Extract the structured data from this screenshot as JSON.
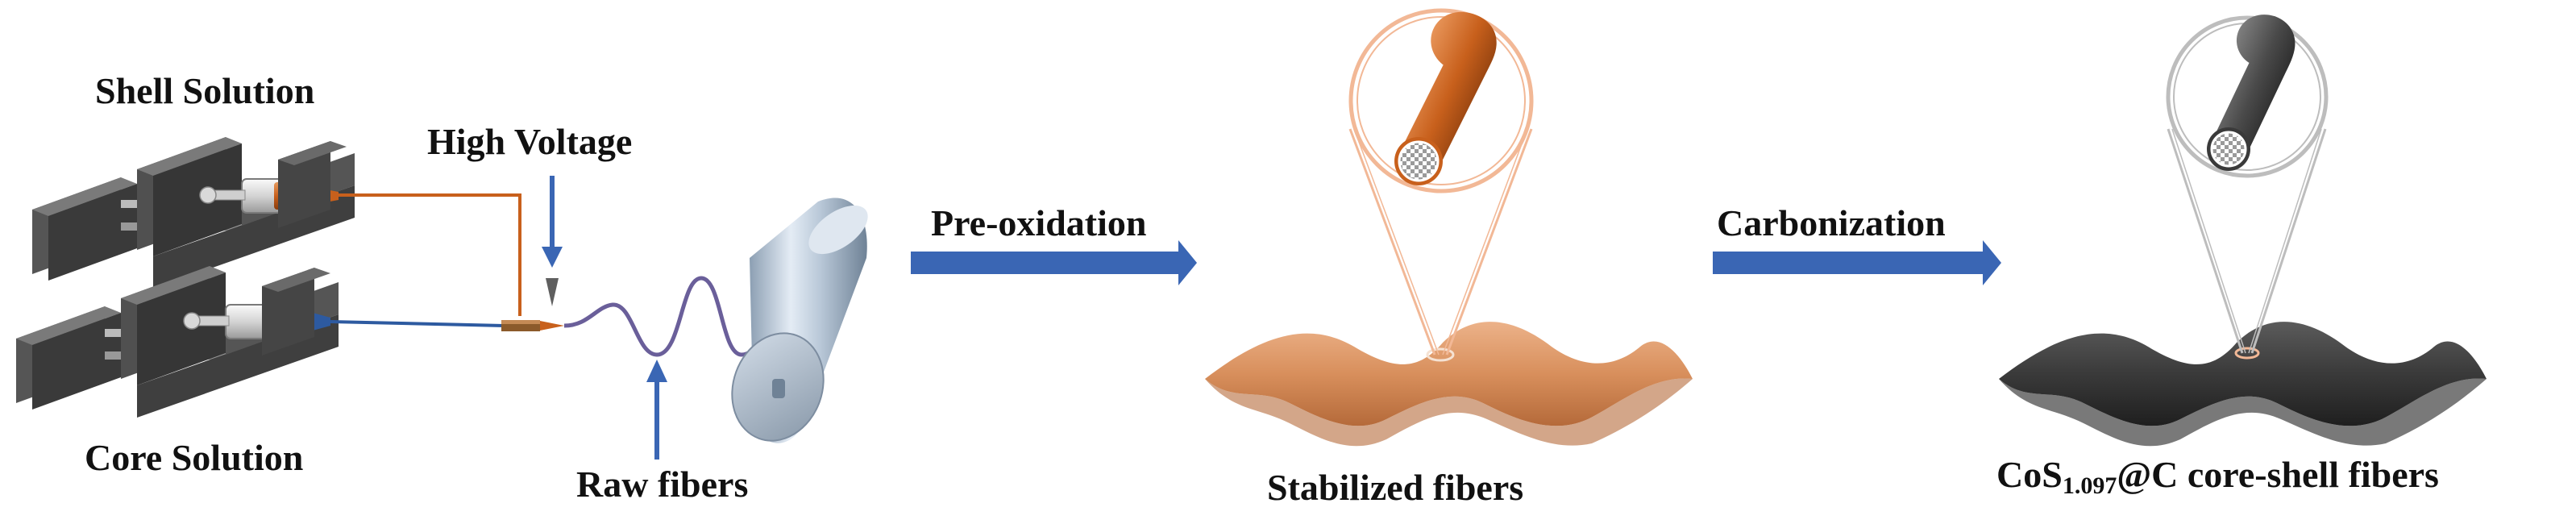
{
  "labels": {
    "shell_solution": "Shell Solution",
    "core_solution": "Core Solution",
    "high_voltage": "High Voltage",
    "raw_fibers": "Raw fibers",
    "pre_oxidation": "Pre-oxidation",
    "stabilized_fibers": "Stabilized fibers",
    "carbonization": "Carbonization",
    "product_prefix": "CoS",
    "product_subscript": "1.097",
    "product_suffix": "@C core-shell fibers"
  },
  "colors": {
    "shell_line": "#c8601c",
    "core_line": "#2d5aa0",
    "arrow_blue": "#3a66b4",
    "stabilized_mat": "#d88f5c",
    "carbon_mat": "#3a3a3a",
    "zoom_outline_orange": "#f2b896",
    "zoom_outline_gray": "#bdbdbd"
  }
}
